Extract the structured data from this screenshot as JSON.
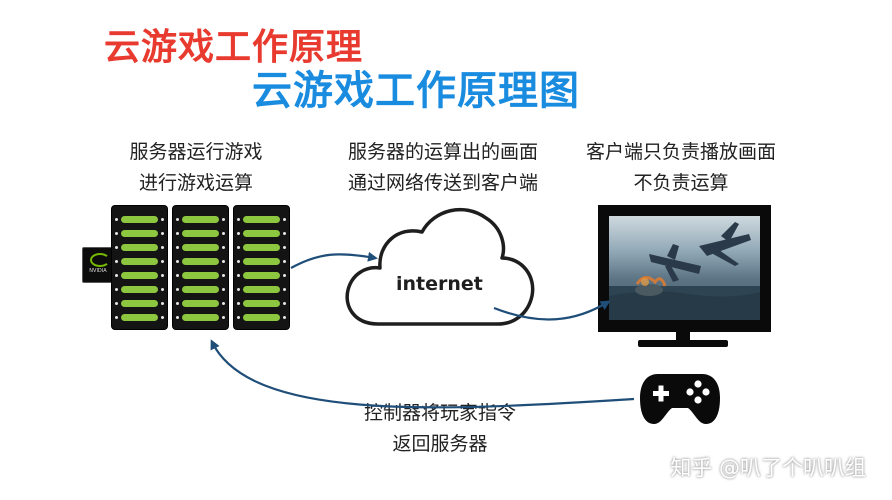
{
  "titles": {
    "red": "云游戏工作原理",
    "blue": "云游戏工作原理图"
  },
  "captions": {
    "server_line1": "服务器运行游戏",
    "server_line2": "进行游戏运算",
    "network_line1": "服务器的运算出的画面",
    "network_line2": "通过网络传送到客户端",
    "client_line1": "客户端只负责播放画面",
    "client_line2": "不负责运算",
    "controller_line1": "控制器将玩家指令",
    "controller_line2": "返回服务器"
  },
  "cloud_label": "internet",
  "nvidia_label": "NVIDIA",
  "watermark": "知乎 @叭了个叭叭组",
  "colors": {
    "title_red": "#e83a2e",
    "title_blue": "#1a8ce0",
    "arrow": "#1f4e79",
    "server_slot": "#8dc63f",
    "nvidia_green": "#76b900"
  },
  "icons": [
    "server-rack-icon",
    "nvidia-logo-icon",
    "cloud-icon",
    "monitor-icon",
    "game-controller-icon",
    "arrow-icon"
  ]
}
